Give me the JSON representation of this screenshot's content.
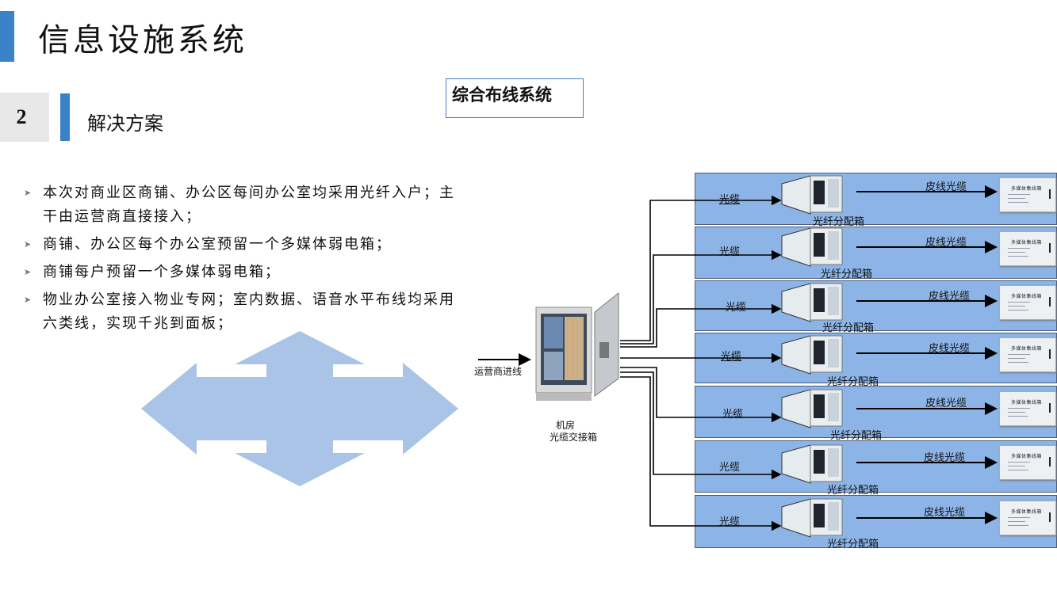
{
  "header": {
    "title": "信息设施系统",
    "section_number": "2",
    "section_title": "解决方案",
    "label_box": "综合布线系统"
  },
  "bullets": [
    "本次对商业区商铺、办公区每间办公室均采用光纤入户；主干由运营商直接接入；",
    "商铺、办公区每个办公室预留一个多媒体弱电箱；",
    "商铺每户预留一个多媒体弱电箱；",
    "物业办公室接入物业专网；室内数据、语音水平布线均采用六类线，实现千兆到面板；"
  ],
  "diagram": {
    "incoming_label": "运营商进线",
    "room_label": "机房",
    "cabinet_label": "光缆交接箱",
    "rows": [
      {
        "cable": "光缆",
        "drop": "皮线光缆",
        "box": "光纤分配箱",
        "panel_title": "多媒体集线箱"
      },
      {
        "cable": "光缆",
        "drop": "皮线光缆",
        "box": "光纤分配箱",
        "panel_title": "多媒体集线箱"
      },
      {
        "cable": "光缆",
        "drop": "皮线光缆",
        "box": "光纤分配箱",
        "panel_title": "多媒体集线箱"
      },
      {
        "cable": "光缆",
        "drop": "皮线光缆",
        "box": "光纤分配箱",
        "panel_title": "多媒体集线箱"
      },
      {
        "cable": "光缆",
        "drop": "皮线光缆",
        "box": "光纤分配箱",
        "panel_title": "多媒体集线箱"
      },
      {
        "cable": "光缆",
        "drop": "皮线光缆",
        "box": "光纤分配箱",
        "panel_title": "多媒体集线箱"
      },
      {
        "cable": "光缆",
        "drop": "皮线光缆",
        "box": "光纤分配箱",
        "panel_title": "多媒体集线箱"
      }
    ]
  },
  "colors": {
    "accent": "#3a82c8",
    "row_fill": "#8cb4e6",
    "arrow_fill": "#a9c4e6"
  }
}
